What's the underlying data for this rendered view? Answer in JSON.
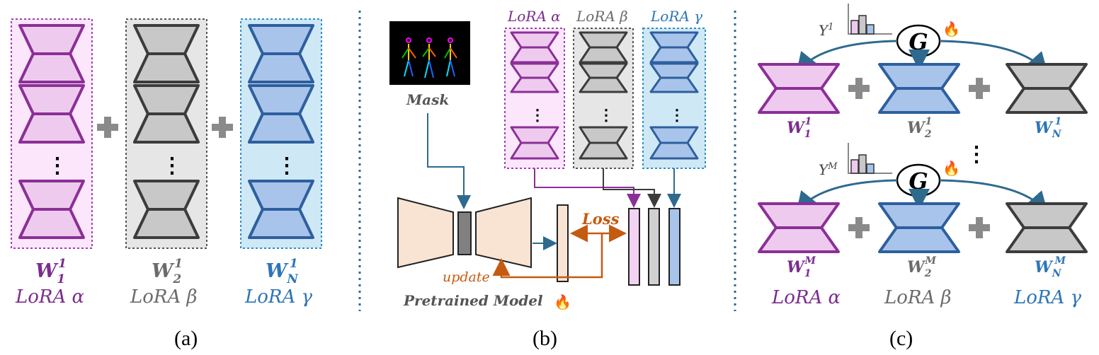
{
  "panel_a": {
    "columns": [
      {
        "w_label": "W",
        "w_sub": "1",
        "w_sup": "1",
        "name": "LoRA α"
      },
      {
        "w_label": "W",
        "w_sub": "2",
        "w_sup": "1",
        "name": "LoRA β"
      },
      {
        "w_label": "W",
        "w_sub": "N",
        "w_sup": "1",
        "name": "LoRA γ"
      }
    ],
    "caption": "(a)"
  },
  "panel_b": {
    "lora_labels": [
      "LoRA α",
      "LoRA β",
      "LoRA γ"
    ],
    "mask_label": "Mask",
    "loss_label": "Loss",
    "update_label": "update",
    "model_label": "Pretrained Model",
    "fire_icon": "🔥",
    "caption": "(b)"
  },
  "panel_c": {
    "rows": [
      {
        "gamma": "Υ",
        "gamma_sup": "1",
        "gate": "G",
        "weights": [
          {
            "label": "W",
            "sub": "1",
            "sup": "1"
          },
          {
            "label": "W",
            "sub": "2",
            "sup": "1"
          },
          {
            "label": "W",
            "sub": "N",
            "sup": "1"
          }
        ]
      },
      {
        "gamma": "Υ",
        "gamma_sup": "M",
        "gate": "G",
        "weights": [
          {
            "label": "W",
            "sub": "1",
            "sup": "M"
          },
          {
            "label": "W",
            "sub": "2",
            "sup": "M"
          },
          {
            "label": "W",
            "sub": "N",
            "sup": "M"
          }
        ]
      }
    ],
    "names": [
      "LoRA α",
      "LoRA β",
      "LoRA γ"
    ],
    "fire_icon": "🔥",
    "caption": "(c)"
  },
  "colors": {
    "purple_fill": "#eecbee",
    "purple_stroke": "#8b2f97",
    "gray_fill": "#c8c8c8",
    "gray_stroke": "#3c3c3c",
    "blue_fill": "#a9c4ea",
    "blue_stroke": "#2e5f9e",
    "model_fill": "#f9e4d4",
    "arrow_blue": "#2e6a8e",
    "arrow_orange": "#c55a11"
  }
}
